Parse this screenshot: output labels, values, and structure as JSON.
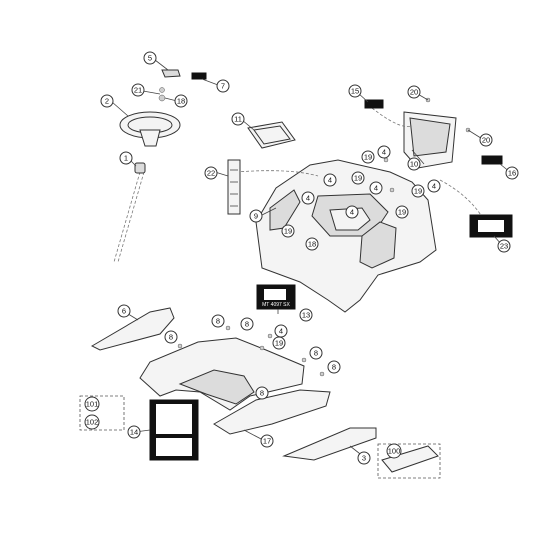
{
  "diagram": {
    "callouts": {
      "c1": "1",
      "c2": "2",
      "c3": "3",
      "c4a": "4",
      "c4b": "4",
      "c4c": "4",
      "c4d": "4",
      "c4e": "4",
      "c4f": "4",
      "c4g": "4",
      "c5": "5",
      "c6": "6",
      "c7": "7",
      "c8a": "8",
      "c8b": "8",
      "c8c": "8",
      "c8d": "8",
      "c8e": "8",
      "c8f": "8",
      "c9": "9",
      "c10": "10",
      "c11": "11",
      "c13": "13",
      "c14": "14",
      "c15": "15",
      "c16": "16",
      "c17": "17",
      "c18a": "18",
      "c18b": "18",
      "c19a": "19",
      "c19b": "19",
      "c19c": "19",
      "c19d": "19",
      "c19e": "19",
      "c19f": "19",
      "c20a": "20",
      "c20b": "20",
      "c21": "21",
      "c22": "22",
      "c23": "23",
      "c100": "100",
      "c101": "101",
      "c102": "102"
    },
    "labels": {
      "model_badge": "MT 4097 SX"
    }
  }
}
